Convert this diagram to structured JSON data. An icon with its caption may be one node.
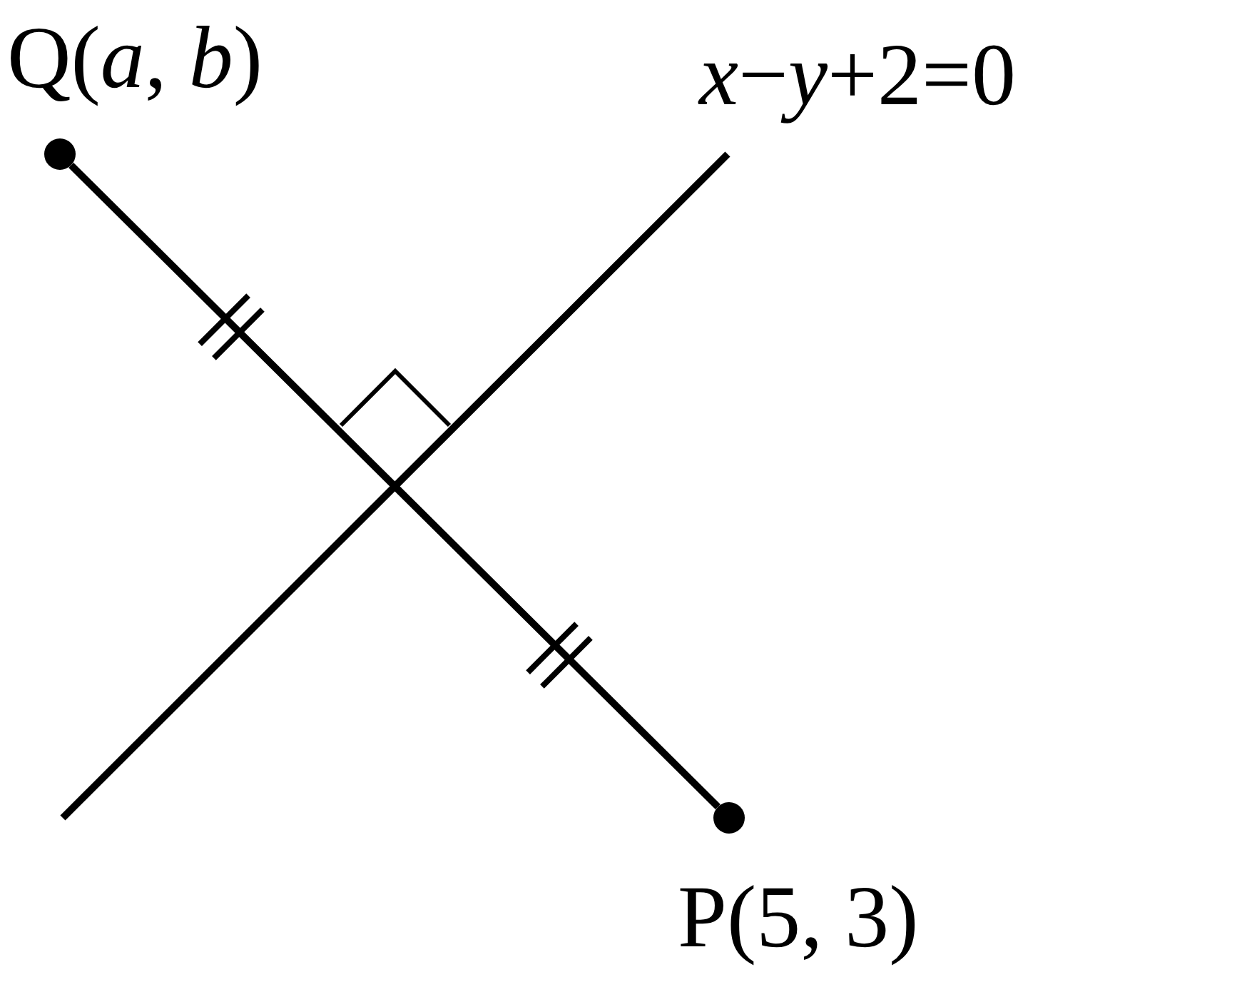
{
  "diagram": {
    "nodes": [
      {
        "text": [
          "Q(*a*, *b*)"
        ]
      },
      {
        "text": [
          "P(5, 3)"
        ]
      }
    ],
    "edges": [
      {
        "from": 0,
        "to": 1,
        "arrow": "none"
      }
    ],
    "labels": [
      "*x*−*y*+2=0"
    ]
  }
}
